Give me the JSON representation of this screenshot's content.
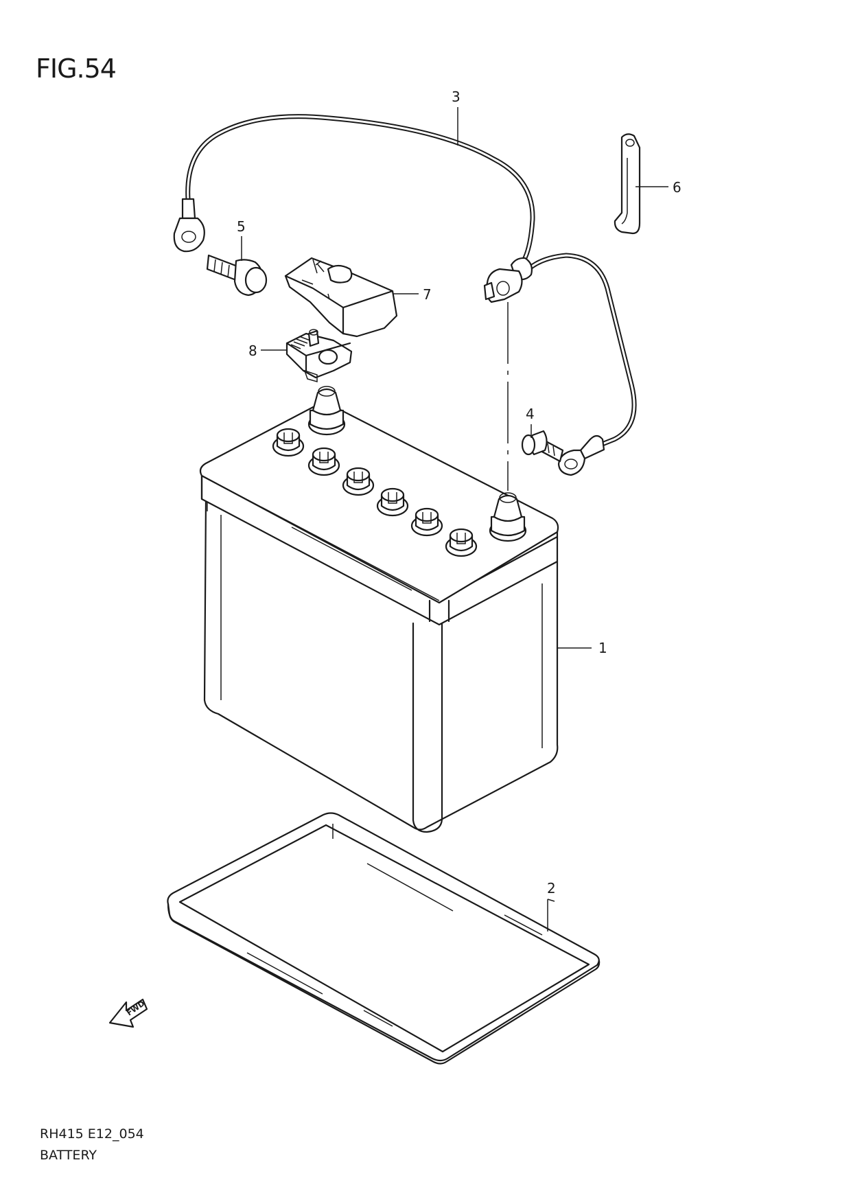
{
  "figure": {
    "title": "FIG.54"
  },
  "callouts": {
    "c1": "1",
    "c2": "2",
    "c3": "3",
    "c4": "4",
    "c5": "5",
    "c6": "6",
    "c7": "7",
    "c8": "8"
  },
  "fwd_label": "FWD",
  "footer": {
    "code": "RH415 E12_054",
    "name": "BATTERY"
  }
}
